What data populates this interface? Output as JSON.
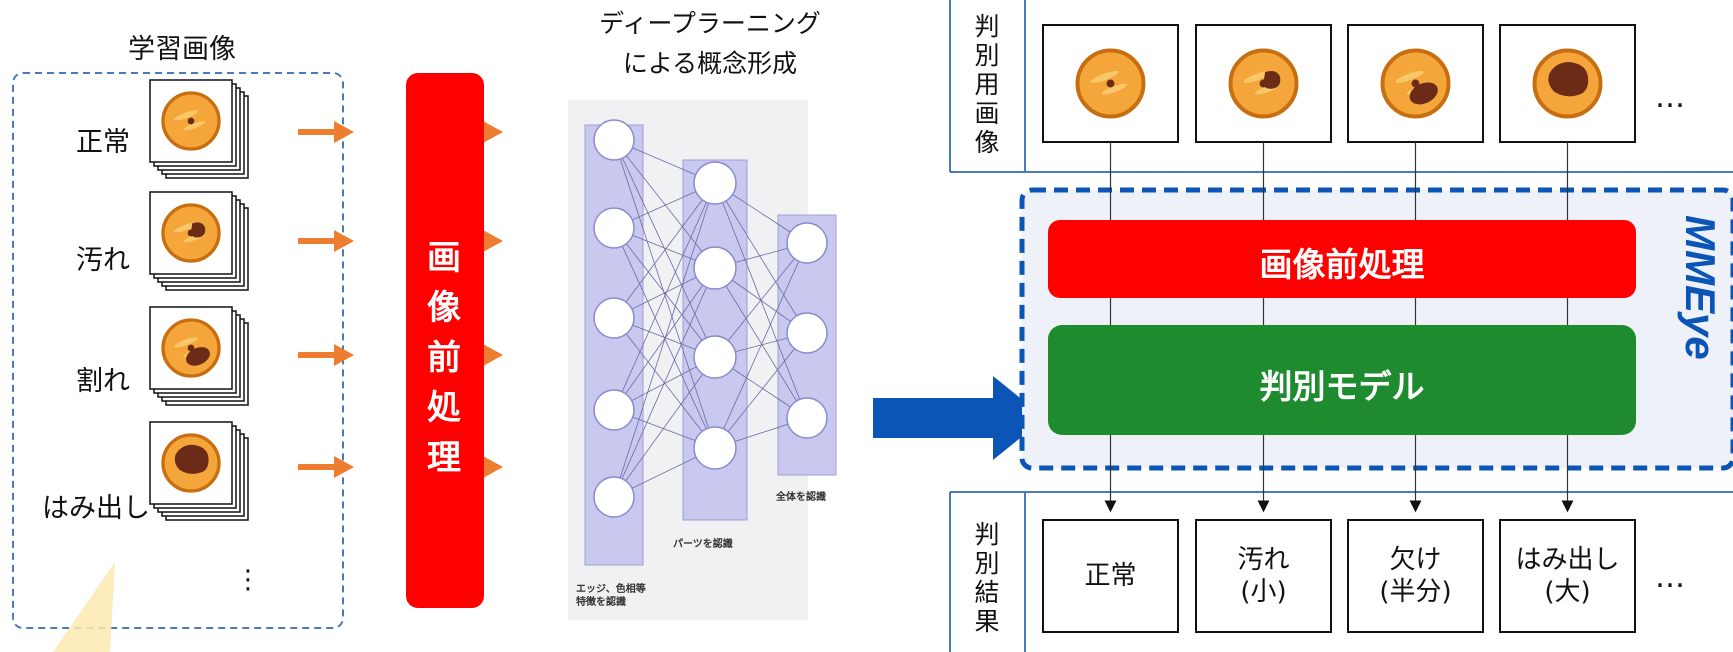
{
  "training": {
    "title": "学習画像",
    "rows": [
      {
        "label": "正常",
        "type": "normal"
      },
      {
        "label": "汚れ",
        "type": "stain"
      },
      {
        "label": "割れ",
        "type": "crack"
      },
      {
        "label": "はみ出し",
        "type": "overflow"
      }
    ],
    "more": "⋮"
  },
  "preprocess_vertical": [
    "画",
    "像",
    "前",
    "処",
    "理"
  ],
  "deep_learning": {
    "title_line1": "ディープラーニング",
    "title_line2": "による概念形成",
    "layer1_caption_line1": "エッジ、色相等",
    "layer1_caption_line2": "特徴を認識",
    "layer2_caption": "パーツを認識",
    "layer3_caption": "全体を認識"
  },
  "judge_images_label": [
    "判",
    "別",
    "用",
    "画",
    "像"
  ],
  "judge_images": [
    "normal",
    "stain",
    "crack",
    "overflow"
  ],
  "judge_results_label": [
    "判",
    "別",
    "結",
    "果"
  ],
  "system": {
    "preprocess_label": "画像前処理",
    "model_label": "判別モデル",
    "brand": "MMEye"
  },
  "results": [
    {
      "line1": "正常",
      "line2": ""
    },
    {
      "line1": "汚れ",
      "line2": "(小)"
    },
    {
      "line1": "欠け",
      "line2": "(半分)"
    },
    {
      "line1": "はみ出し",
      "line2": "(大)"
    }
  ],
  "ellipsis": "…",
  "colors": {
    "red": "#ff0000",
    "green": "#1e8c2e",
    "blue_arrow": "#0a55b5",
    "orange_arrow": "#ed7d31",
    "dashed_blue": "#0a55b5",
    "cookie_fill": "#f4a63a",
    "cookie_ring": "#c96e10",
    "stain": "#6b2b16"
  },
  "icons": {
    "arrow": "right-arrow-icon",
    "cookie": "cookie-icon"
  }
}
